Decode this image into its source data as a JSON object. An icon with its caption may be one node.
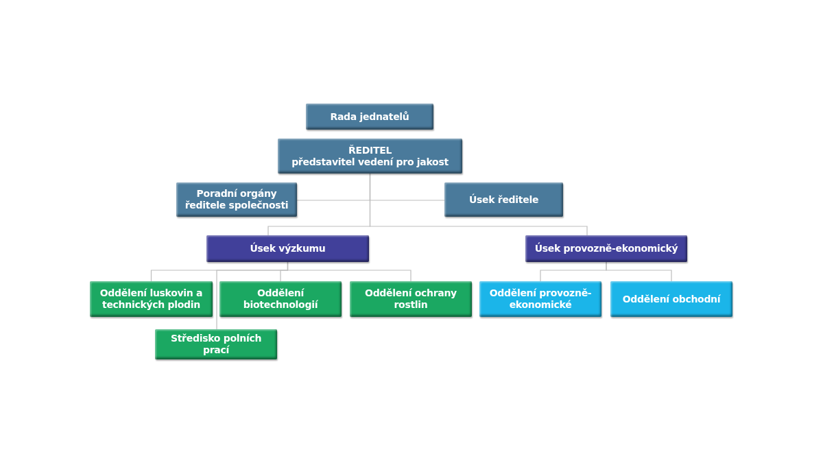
{
  "diagram": {
    "nodes": [
      {
        "text": [
          "Rada jednatelů"
        ]
      },
      {
        "text": [
          "ŘEDITEL",
          "představitel vedení pro jakost"
        ]
      },
      {
        "text": [
          "Poradní orgány ředitele společnosti"
        ]
      },
      {
        "text": [
          "Úsek ředitele"
        ]
      },
      {
        "text": [
          "Úsek výzkumu"
        ]
      },
      {
        "text": [
          "Úsek provozně-ekonomický"
        ]
      },
      {
        "text": [
          "Oddělení luskovin a technických plodin"
        ]
      },
      {
        "text": [
          "Oddělení biotechnologií"
        ]
      },
      {
        "text": [
          "Oddělení ochrany rostlin"
        ]
      },
      {
        "text": [
          "Oddělení provozně-ekonomické"
        ]
      },
      {
        "text": [
          "Oddělení obchodní"
        ]
      },
      {
        "text": [
          "Středisko polních prací"
        ]
      }
    ],
    "edges": [
      {
        "from": 1,
        "to": 2,
        "arrow": "none"
      },
      {
        "from": 1,
        "to": 3,
        "arrow": "none"
      },
      {
        "from": 1,
        "to": 4,
        "arrow": "none"
      },
      {
        "from": 1,
        "to": 5,
        "arrow": "none"
      },
      {
        "from": 4,
        "to": 6,
        "arrow": "none"
      },
      {
        "from": 4,
        "to": 7,
        "arrow": "none"
      },
      {
        "from": 4,
        "to": 8,
        "arrow": "none"
      },
      {
        "from": 4,
        "to": 11,
        "arrow": "none"
      },
      {
        "from": 5,
        "to": 9,
        "arrow": "none"
      },
      {
        "from": 5,
        "to": 10,
        "arrow": "none"
      }
    ]
  }
}
